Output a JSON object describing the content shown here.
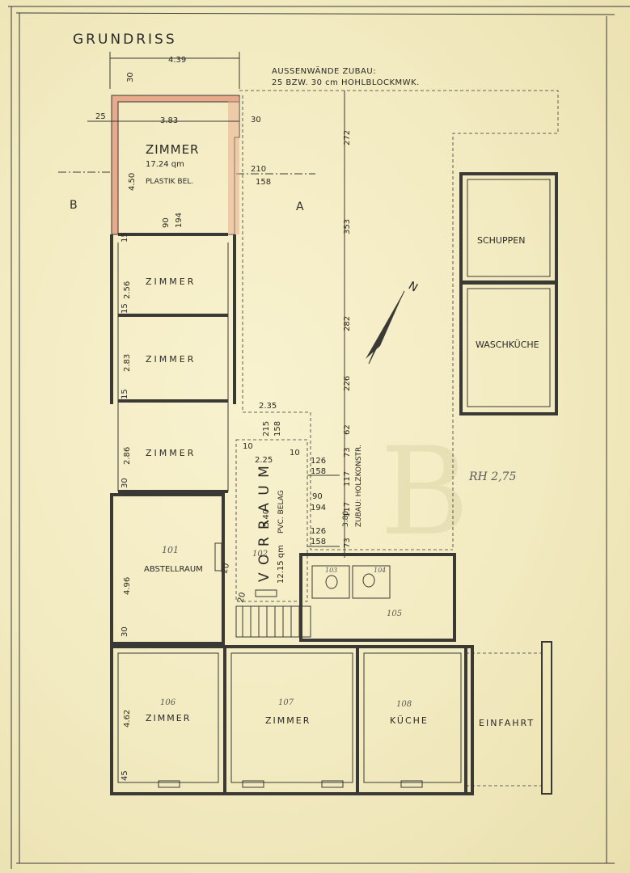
{
  "title": "GRUNDRISS",
  "note_line1": "AUSSENWÄNDE ZUBAU:",
  "note_line2": "25 BZW. 30 cm HOHLBLOCKMWK.",
  "section_labels": {
    "a": "A",
    "b": "B"
  },
  "north": "N",
  "rh": "RH 2,75",
  "watermark": "B",
  "rooms": {
    "zimmer_top": {
      "name": "ZIMMER",
      "area": "17.24  qm",
      "floor": "PLASTIK BEL."
    },
    "zimmer_2": {
      "name": "ZIMMER"
    },
    "zimmer_3": {
      "name": "ZIMMER"
    },
    "zimmer_4": {
      "name": "ZIMMER"
    },
    "abstellraum": {
      "name": "ABSTELLRAUM",
      "num": "101"
    },
    "vorraum": {
      "name": "V O R R A U M",
      "area": "12.15 qm",
      "floor": "PVC. BELAG",
      "num": "102"
    },
    "zimmer_106": {
      "name": "ZIMMER",
      "num": "106"
    },
    "zimmer_107": {
      "name": "ZIMMER",
      "num": "107"
    },
    "kueche": {
      "name": "KÜCHE",
      "num": "108"
    },
    "einfahrt": {
      "name": "EINFAHRT"
    },
    "schuppen": {
      "name": "SCHUPPEN"
    },
    "waschkueche": {
      "name": "WASCHKÜCHE"
    },
    "wc_103": {
      "num": "103"
    },
    "wc_104": {
      "num": "104"
    },
    "room_105": {
      "num": "105"
    },
    "zubau": {
      "label": "ZUBAU: HOLZKONSTR.",
      "height": "3.80"
    }
  },
  "dims": {
    "top_width": "4.39",
    "top_30": "30",
    "left_25": "25",
    "room_width": "3.83",
    "right_30": "30",
    "room_len": "4.50",
    "d210": "210",
    "d158a": "158",
    "d90": "90",
    "d194": "194",
    "d15a": "15",
    "d256": "2.56",
    "d15b": "15",
    "d283": "2.83",
    "d15c": "15",
    "d286": "2.86",
    "d30b": "30",
    "d496": "4.96",
    "d30c": "30",
    "d462": "4.62",
    "d45": "45",
    "d235": "2.35",
    "d215": "215",
    "d158b": "158",
    "d10a": "10",
    "d225": "2.25",
    "d10b": "10",
    "d540": "5.40",
    "d126a": "126",
    "d158c": "158",
    "d90b": "90",
    "d194b": "194",
    "d126b": "126",
    "d158d": "158",
    "v272": "272",
    "v353": "353",
    "v282": "282",
    "v226": "226",
    "v62": "62",
    "v73a": "73",
    "v117a": "117",
    "v117b": "117",
    "v73b": "73",
    "d20a": "20",
    "d20b": "20"
  }
}
